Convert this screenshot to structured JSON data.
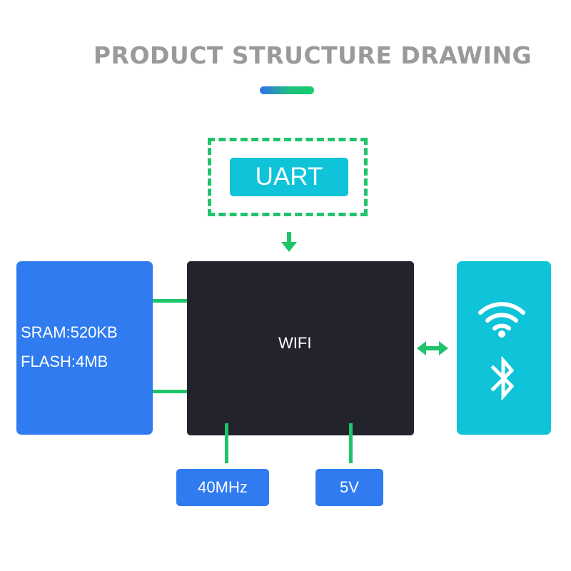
{
  "title": "PRODUCT STRUCTURE DRAWING",
  "interface": {
    "label": "UART"
  },
  "memory": {
    "sram": "SRAM:520KB",
    "flash": "FLASH:4MB"
  },
  "chip": {
    "label": "WIFI"
  },
  "wireless": {
    "icons": [
      "wifi-icon",
      "bluetooth-icon"
    ]
  },
  "specs": {
    "clock": "40MHz",
    "voltage": "5V"
  },
  "colors": {
    "title_gray": "#9a9a9a",
    "blue": "#2f7bef",
    "cyan": "#0fc3d8",
    "green": "#1fc46a",
    "chip_dark": "#22232d"
  }
}
